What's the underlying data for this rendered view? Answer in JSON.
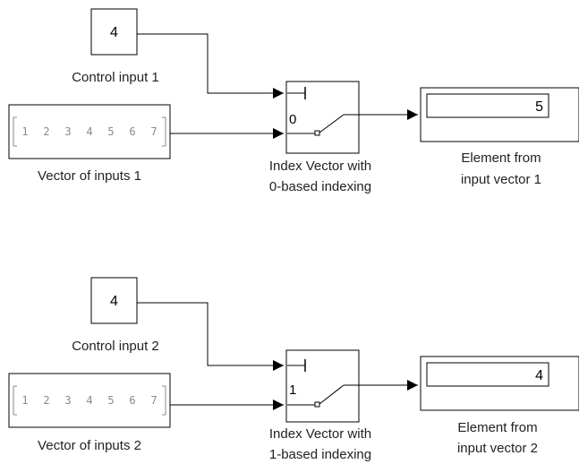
{
  "diagrams": [
    {
      "control": {
        "value": "4",
        "label": "Control input 1"
      },
      "vector": {
        "elements": [
          "1",
          "2",
          "3",
          "4",
          "5",
          "6",
          "7"
        ],
        "label": "Vector of inputs 1"
      },
      "switch": {
        "port_label": "0",
        "label_line1": "Index Vector with",
        "label_line2": "0-based indexing"
      },
      "display": {
        "value": "5",
        "label_line1": "Element from",
        "label_line2": "input vector 1"
      }
    },
    {
      "control": {
        "value": "4",
        "label": "Control input 2"
      },
      "vector": {
        "elements": [
          "1",
          "2",
          "3",
          "4",
          "5",
          "6",
          "7"
        ],
        "label": "Vector of inputs 2"
      },
      "switch": {
        "port_label": "1",
        "label_line1": "Index Vector with",
        "label_line2": "1-based indexing"
      },
      "display": {
        "value": "4",
        "label_line1": "Element from",
        "label_line2": "input vector 2"
      }
    }
  ]
}
